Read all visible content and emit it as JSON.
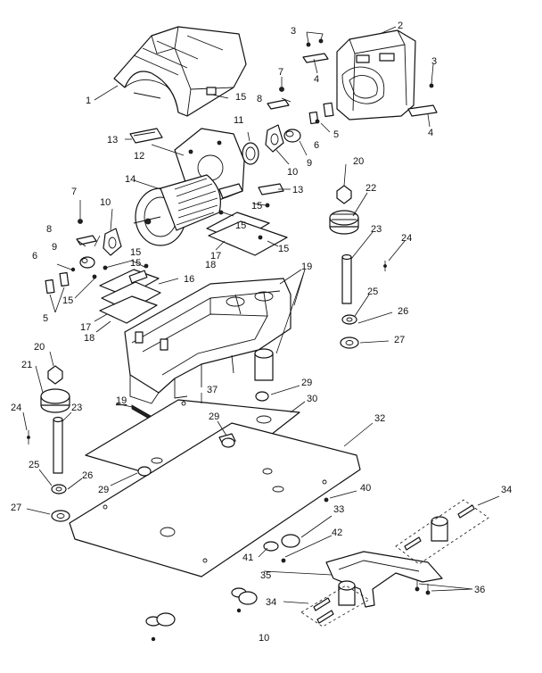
{
  "diagram": {
    "labels": [
      {
        "id": "p1",
        "text": "1"
      },
      {
        "id": "p2",
        "text": "2"
      },
      {
        "id": "p3a",
        "text": "3"
      },
      {
        "id": "p3b",
        "text": "3"
      },
      {
        "id": "p4a",
        "text": "4"
      },
      {
        "id": "p4b",
        "text": "4"
      },
      {
        "id": "p5a",
        "text": "5"
      },
      {
        "id": "p5b",
        "text": "5"
      },
      {
        "id": "p6a",
        "text": "6"
      },
      {
        "id": "p6b",
        "text": "6"
      },
      {
        "id": "p7a",
        "text": "7"
      },
      {
        "id": "p7b",
        "text": "7"
      },
      {
        "id": "p8a",
        "text": "8"
      },
      {
        "id": "p8b",
        "text": "8"
      },
      {
        "id": "p9a",
        "text": "9"
      },
      {
        "id": "p9b",
        "text": "9"
      },
      {
        "id": "p10a",
        "text": "10"
      },
      {
        "id": "p10b",
        "text": "10"
      },
      {
        "id": "p11",
        "text": "11"
      },
      {
        "id": "p12",
        "text": "12"
      },
      {
        "id": "p13a",
        "text": "13"
      },
      {
        "id": "p13b",
        "text": "13"
      },
      {
        "id": "p14",
        "text": "14"
      },
      {
        "id": "p15a",
        "text": "15"
      },
      {
        "id": "p15b",
        "text": "15"
      },
      {
        "id": "p15c",
        "text": "15"
      },
      {
        "id": "p15d",
        "text": "15"
      },
      {
        "id": "p15e",
        "text": "15"
      },
      {
        "id": "p15f",
        "text": "15"
      },
      {
        "id": "p15g",
        "text": "15"
      },
      {
        "id": "p16",
        "text": "16"
      },
      {
        "id": "p17a",
        "text": "17"
      },
      {
        "id": "p17b",
        "text": "17"
      },
      {
        "id": "p18a",
        "text": "18"
      },
      {
        "id": "p18b",
        "text": "18"
      },
      {
        "id": "p19a",
        "text": "19"
      },
      {
        "id": "p19b",
        "text": "19"
      },
      {
        "id": "p20a",
        "text": "20"
      },
      {
        "id": "p20b",
        "text": "20"
      },
      {
        "id": "p21",
        "text": "21"
      },
      {
        "id": "p22",
        "text": "22"
      },
      {
        "id": "p23a",
        "text": "23"
      },
      {
        "id": "p23b",
        "text": "23"
      },
      {
        "id": "p24a",
        "text": "24"
      },
      {
        "id": "p24b",
        "text": "24"
      },
      {
        "id": "p25a",
        "text": "25"
      },
      {
        "id": "p25b",
        "text": "25"
      },
      {
        "id": "p26a",
        "text": "26"
      },
      {
        "id": "p26b",
        "text": "26"
      },
      {
        "id": "p27a",
        "text": "27"
      },
      {
        "id": "p27b",
        "text": "27"
      },
      {
        "id": "p29a",
        "text": "29"
      },
      {
        "id": "p29b",
        "text": "29"
      },
      {
        "id": "p29c",
        "text": "29"
      },
      {
        "id": "p30",
        "text": "30"
      },
      {
        "id": "p32",
        "text": "32"
      },
      {
        "id": "p33",
        "text": "33"
      },
      {
        "id": "p34a",
        "text": "34"
      },
      {
        "id": "p34b",
        "text": "34"
      },
      {
        "id": "p35",
        "text": "35"
      },
      {
        "id": "p36",
        "text": "36"
      },
      {
        "id": "p37",
        "text": "37"
      },
      {
        "id": "p40",
        "text": "40"
      },
      {
        "id": "p41",
        "text": "41"
      },
      {
        "id": "p42",
        "text": "42"
      },
      {
        "id": "p10c",
        "text": "10"
      }
    ]
  }
}
